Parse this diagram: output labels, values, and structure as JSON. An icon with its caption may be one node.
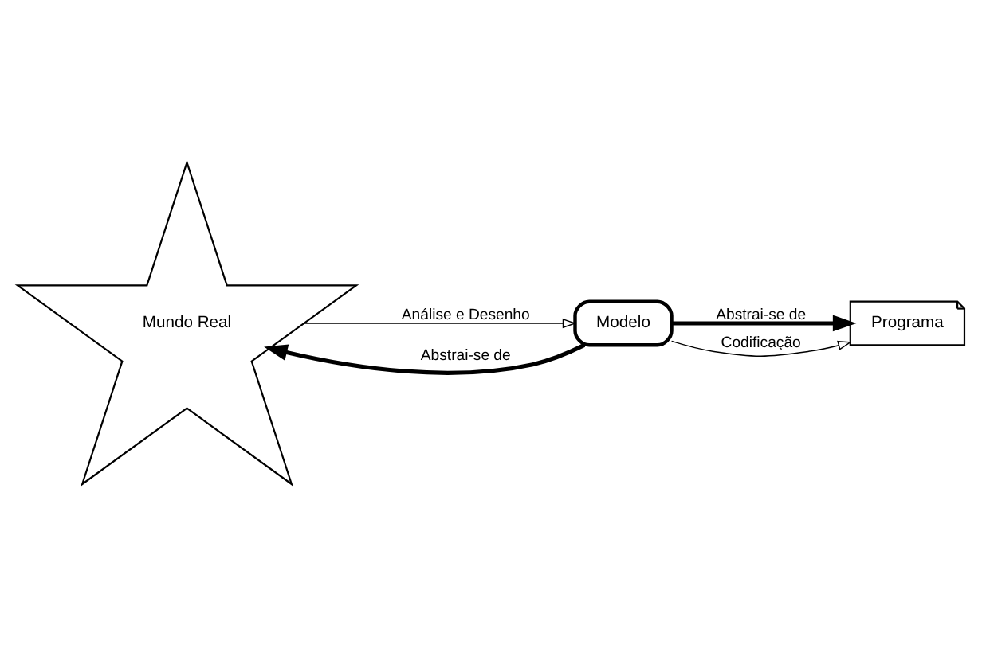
{
  "diagram": {
    "nodes": [
      {
        "text": [
          "Mundo Real"
        ]
      },
      {
        "text": [
          "Modelo"
        ]
      },
      {
        "text": [
          "Programa"
        ]
      }
    ],
    "edges": [
      {
        "from": 1,
        "to": 0,
        "arrow": "to",
        "label": "Abstrai-se de",
        "style": "thick"
      },
      {
        "from": 1,
        "to": 2,
        "arrow": "to",
        "label": "Abstrai-se de",
        "style": "thick"
      },
      {
        "from": 0,
        "to": 1,
        "arrow": "to",
        "label": "Análise e Desenho"
      },
      {
        "from": 1,
        "to": 2,
        "arrow": "to",
        "label": "Codificação"
      }
    ]
  }
}
